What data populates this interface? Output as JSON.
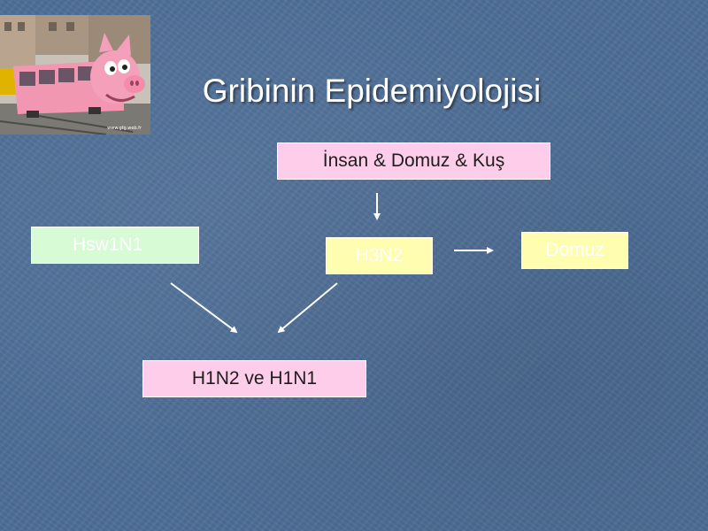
{
  "slide": {
    "title": "Gribinin Epidemiyolojisi"
  },
  "photo": {
    "caption": "www.gfg.web.fr"
  },
  "nodes": {
    "top": "İnsan & Domuz & Kuş",
    "hsw1n1": "Hsw1N1",
    "h3n2": "H3N2",
    "domuz": "Domuz",
    "result": "H1N2 ve H1N1"
  },
  "colors": {
    "background": "#4f6f98",
    "pink_box": "#fdcde9",
    "green_box": "#d7fbd4",
    "yellow_box": "#fffdb0",
    "arrow": "#ffffff"
  }
}
